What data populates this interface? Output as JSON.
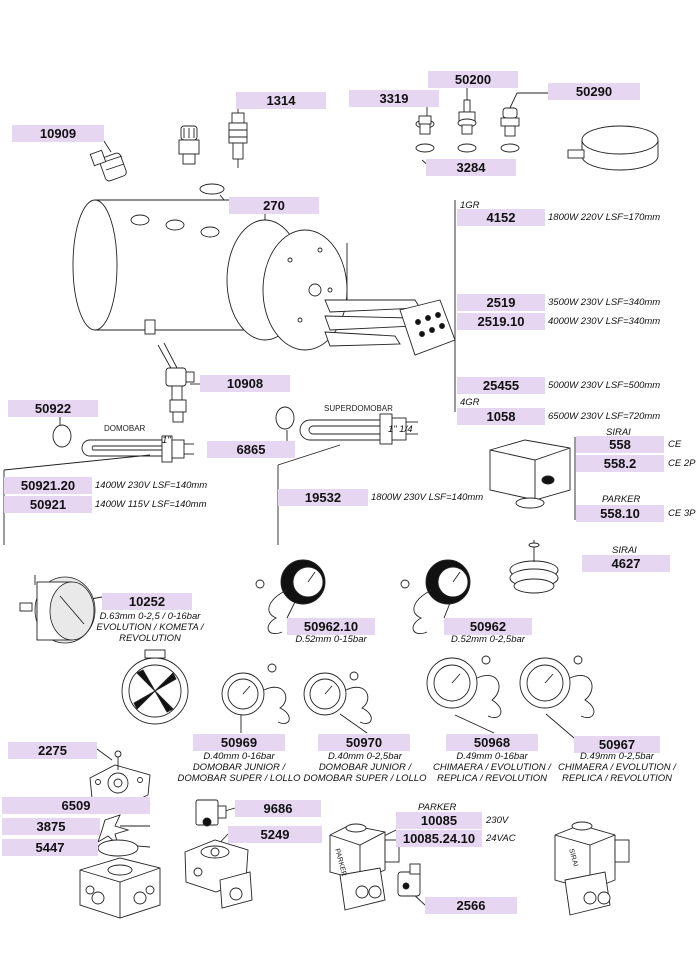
{
  "parts": {
    "p1314": {
      "code": "1314"
    },
    "p50200": {
      "code": "50200"
    },
    "p3319": {
      "code": "3319"
    },
    "p50290": {
      "code": "50290"
    },
    "p10909": {
      "code": "10909"
    },
    "p3284": {
      "code": "3284"
    },
    "p270": {
      "code": "270"
    },
    "p4152": {
      "code": "4152",
      "note": "1800W 220V LSF=170mm",
      "group": "1GR"
    },
    "p2519": {
      "code": "2519",
      "note": "3500W 230V LSF=340mm"
    },
    "p2519_10": {
      "code": "2519.10",
      "note": "4000W 230V LSF=340mm"
    },
    "p10908": {
      "code": "10908"
    },
    "p25455": {
      "code": "25455",
      "note": "5000W 230V LSF=500mm"
    },
    "p1058": {
      "code": "1058",
      "note": "6500W 230V LSF=720mm",
      "group": "4GR"
    },
    "p50922": {
      "code": "50922"
    },
    "p6865": {
      "code": "6865"
    },
    "p50921_20": {
      "code": "50921.20",
      "note": "1400W 230V LSF=140mm"
    },
    "p50921": {
      "code": "50921",
      "note": "1400W 115V LSF=140mm"
    },
    "p19532": {
      "code": "19532",
      "note": "1800W 230V LSF=140mm"
    },
    "p558": {
      "code": "558",
      "note": "CE",
      "brand": "SIRAI"
    },
    "p558_2": {
      "code": "558.2",
      "note": "CE 2P"
    },
    "p558_10": {
      "code": "558.10",
      "note": "CE 3P",
      "brand": "PARKER"
    },
    "p4627": {
      "code": "4627",
      "brand": "SIRAI"
    },
    "p10252": {
      "code": "10252",
      "note1": "D.63mm 0-2,5 / 0-16bar",
      "note2": "EVOLUTION / KOMETA /",
      "note3": "REVOLUTION"
    },
    "p50962_10": {
      "code": "50962.10",
      "note": "D.52mm 0-15bar"
    },
    "p50962": {
      "code": "50962",
      "note": "D.52mm 0-2,5bar"
    },
    "p50969": {
      "code": "50969",
      "note1": "D.40mm 0-16bar",
      "note2": "DOMOBAR JUNIOR /",
      "note3": "DOMOBAR SUPER / LOLLO"
    },
    "p50970": {
      "code": "50970",
      "note1": "D.40mm 0-2,5bar",
      "note2": "DOMOBAR JUNIOR /",
      "note3": "DOMOBAR SUPER / LOLLO"
    },
    "p50968": {
      "code": "50968",
      "note1": "D.49mm 0-16bar",
      "note2": "CHIMAERA / EVOLUTION /",
      "note3": "REPLICA / REVOLUTION"
    },
    "p50967": {
      "code": "50967",
      "note1": "D.49mm 0-2,5bar",
      "note2": "CHIMAERA / EVOLUTION /",
      "note3": "REPLICA / REVOLUTION"
    },
    "p2275": {
      "code": "2275"
    },
    "p6509": {
      "code": "6509"
    },
    "p3875": {
      "code": "3875"
    },
    "p5447": {
      "code": "5447"
    },
    "p9686": {
      "code": "9686"
    },
    "p5249": {
      "code": "5249"
    },
    "p10085": {
      "code": "10085",
      "note": "230V",
      "brand": "PARKER"
    },
    "p10085_24_10": {
      "code": "10085.24.10",
      "note": "24VAC"
    },
    "p2566": {
      "code": "2566"
    }
  },
  "labels": {
    "domobar": "DOMOBAR",
    "superdomobar": "SUPERDOMOBAR",
    "size_1in": "1\"",
    "size_1_14": "1\" 1/4",
    "parker_valve": "PARKER",
    "sirai_valve": "SIRAI"
  }
}
